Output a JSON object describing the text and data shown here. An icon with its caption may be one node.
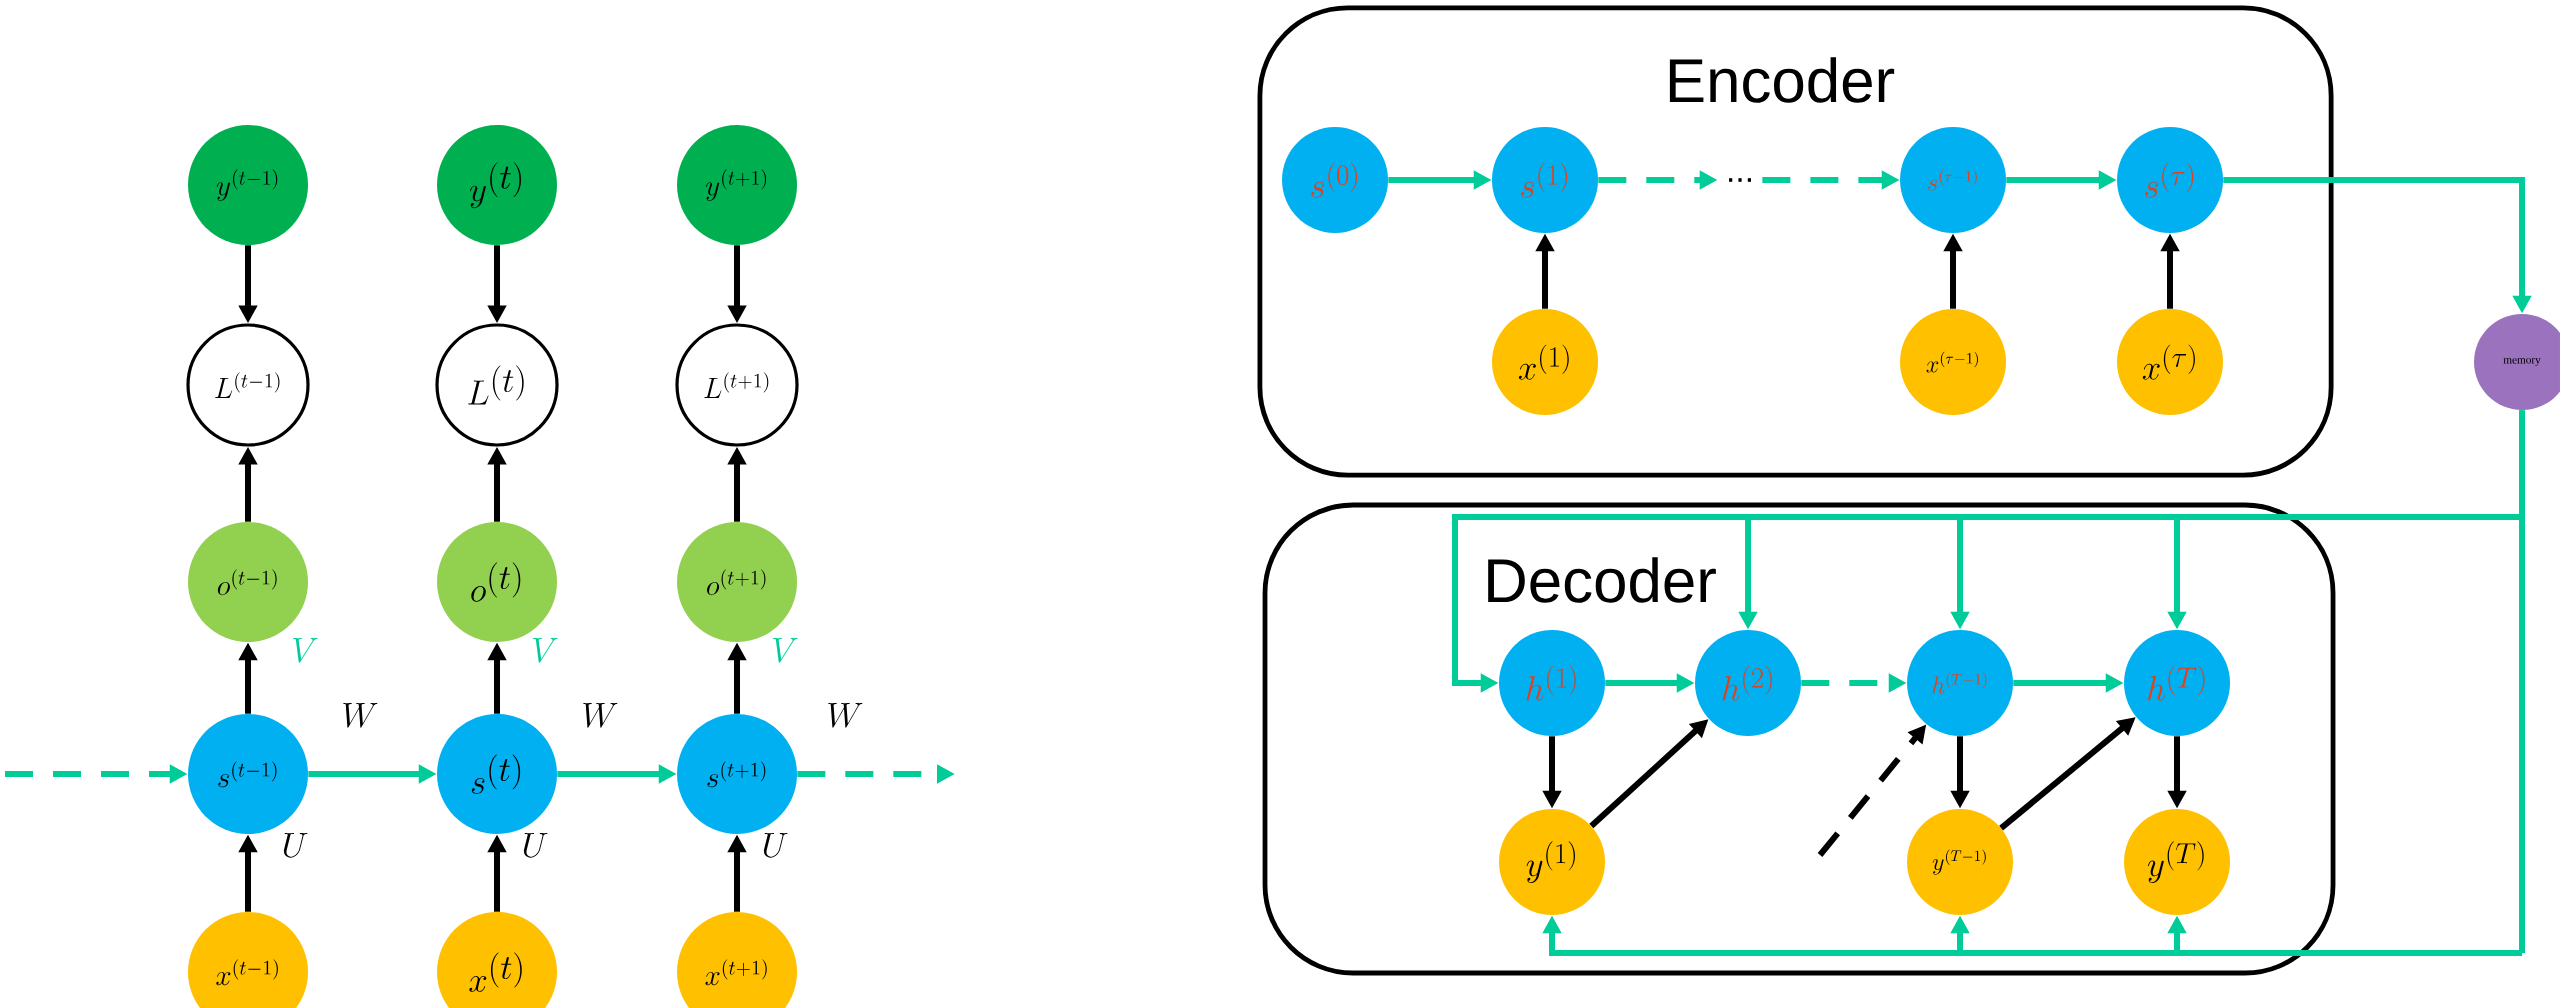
{
  "diagram": {
    "nodes": [
      {
        "text": [
          "y^{(t-1)}"
        ]
      },
      {
        "text": [
          "y^{(t)}"
        ]
      },
      {
        "text": [
          "y^{(t+1)}"
        ]
      },
      {
        "text": [
          "L^{(t-1)}"
        ]
      },
      {
        "text": [
          "L^{(t)}"
        ]
      },
      {
        "text": [
          "L^{(t+1)}"
        ]
      },
      {
        "text": [
          "o^{(t-1)}"
        ]
      },
      {
        "text": [
          "o^{(t)}"
        ]
      },
      {
        "text": [
          "o^{(t+1)}"
        ]
      },
      {
        "text": [
          "s^{(t-1)}"
        ]
      },
      {
        "text": [
          "s^{(t)}"
        ]
      },
      {
        "text": [
          "s^{(t+1)}"
        ]
      },
      {
        "text": [
          "x^{(t-1)}"
        ]
      },
      {
        "text": [
          "x^{(t)}"
        ]
      },
      {
        "text": [
          "x^{(t+1)}"
        ]
      },
      {
        "text": [
          "Encoder"
        ]
      },
      {
        "text": [
          "s^{(0)}"
        ],
        "in": 15
      },
      {
        "text": [
          "s^{(1)}"
        ],
        "in": 15
      },
      {
        "text": [
          "..."
        ],
        "in": 15
      },
      {
        "text": [
          "s^{(\\tau-1)}"
        ],
        "in": 15
      },
      {
        "text": [
          "s^{(\\tau)}"
        ],
        "in": 15
      },
      {
        "text": [
          "x^{(1)}"
        ],
        "in": 15
      },
      {
        "text": [
          "x^{(\\tau-1)}"
        ],
        "in": 15
      },
      {
        "text": [
          "x^{(\\tau)}"
        ],
        "in": 15
      },
      {
        "text": [
          "memory"
        ]
      },
      {
        "text": [
          "Decoder"
        ]
      },
      {
        "text": [
          "h^{(1)}"
        ],
        "in": 25
      },
      {
        "text": [
          "h^{(2)}"
        ],
        "in": 25
      },
      {
        "text": [
          "h^{(T-1)}"
        ],
        "in": 25
      },
      {
        "text": [
          "h^{(T)}"
        ],
        "in": 25
      },
      {
        "text": [
          "y^{(1)}"
        ],
        "in": 25
      },
      {
        "text": [
          "y^{(T-1)}"
        ],
        "in": 25
      },
      {
        "text": [
          "y^{(T)}"
        ],
        "in": 25
      }
    ],
    "edges": [
      {
        "from": null,
        "to": 9,
        "arrow": "to",
        "style": "dashed",
        "color": "#00cc99"
      },
      {
        "from": 9,
        "to": 10,
        "arrow": "to",
        "color": "#00cc99"
      },
      {
        "from": 10,
        "to": 11,
        "arrow": "to",
        "color": "#00cc99"
      },
      {
        "from": 11,
        "to": null,
        "arrow": "to",
        "style": "dashed",
        "color": "#00cc99"
      },
      {
        "from": 0,
        "to": 3,
        "arrow": "to"
      },
      {
        "from": 1,
        "to": 4,
        "arrow": "to"
      },
      {
        "from": 2,
        "to": 5,
        "arrow": "to"
      },
      {
        "from": 6,
        "to": 3,
        "arrow": "to"
      },
      {
        "from": 7,
        "to": 4,
        "arrow": "to"
      },
      {
        "from": 8,
        "to": 5,
        "arrow": "to"
      },
      {
        "from": 9,
        "to": 6,
        "arrow": "to"
      },
      {
        "from": 10,
        "to": 7,
        "arrow": "to"
      },
      {
        "from": 11,
        "to": 8,
        "arrow": "to"
      },
      {
        "from": 12,
        "to": 9,
        "arrow": "to"
      },
      {
        "from": 13,
        "to": 10,
        "arrow": "to"
      },
      {
        "from": 14,
        "to": 11,
        "arrow": "to"
      },
      {
        "from": 16,
        "to": 17,
        "arrow": "to",
        "color": "#00cc99"
      },
      {
        "from": 17,
        "to": 18,
        "arrow": "to",
        "style": "dashed",
        "color": "#00cc99"
      },
      {
        "from": 18,
        "to": 19,
        "arrow": "to",
        "style": "dashed",
        "color": "#00cc99"
      },
      {
        "from": 19,
        "to": 20,
        "arrow": "to",
        "color": "#00cc99"
      },
      {
        "from": 20,
        "to": 24,
        "arrow": "to",
        "color": "#00cc99"
      },
      {
        "from": 21,
        "to": 17,
        "arrow": "to"
      },
      {
        "from": 22,
        "to": 19,
        "arrow": "to"
      },
      {
        "from": 23,
        "to": 20,
        "arrow": "to"
      },
      {
        "from": 24,
        "to": 26,
        "arrow": "to",
        "color": "#00cc99"
      },
      {
        "from": 24,
        "to": 27,
        "arrow": "to",
        "color": "#00cc99"
      },
      {
        "from": 24,
        "to": 28,
        "arrow": "to",
        "color": "#00cc99"
      },
      {
        "from": 24,
        "to": 29,
        "arrow": "to",
        "color": "#00cc99"
      },
      {
        "from": 24,
        "to": 30,
        "arrow": "to",
        "color": "#00cc99"
      },
      {
        "from": 24,
        "to": 31,
        "arrow": "to",
        "color": "#00cc99"
      },
      {
        "from": 24,
        "to": 32,
        "arrow": "to",
        "color": "#00cc99"
      },
      {
        "from": 26,
        "to": 27,
        "arrow": "to",
        "color": "#00cc99"
      },
      {
        "from": 27,
        "to": 28,
        "arrow": "to",
        "style": "dashed",
        "color": "#00cc99"
      },
      {
        "from": 28,
        "to": 29,
        "arrow": "to",
        "color": "#00cc99"
      },
      {
        "from": 26,
        "to": 30,
        "arrow": "to"
      },
      {
        "from": 28,
        "to": 31,
        "arrow": "to"
      },
      {
        "from": 29,
        "to": 32,
        "arrow": "to"
      },
      {
        "from": 30,
        "to": 27,
        "arrow": "to"
      },
      {
        "from": 31,
        "to": 29,
        "arrow": "to"
      },
      {
        "from": null,
        "to": 28,
        "arrow": "to",
        "style": "dashed"
      }
    ],
    "labels": [
      "V",
      "V",
      "V",
      "W",
      "W",
      "W",
      "U",
      "U",
      "U"
    ]
  }
}
